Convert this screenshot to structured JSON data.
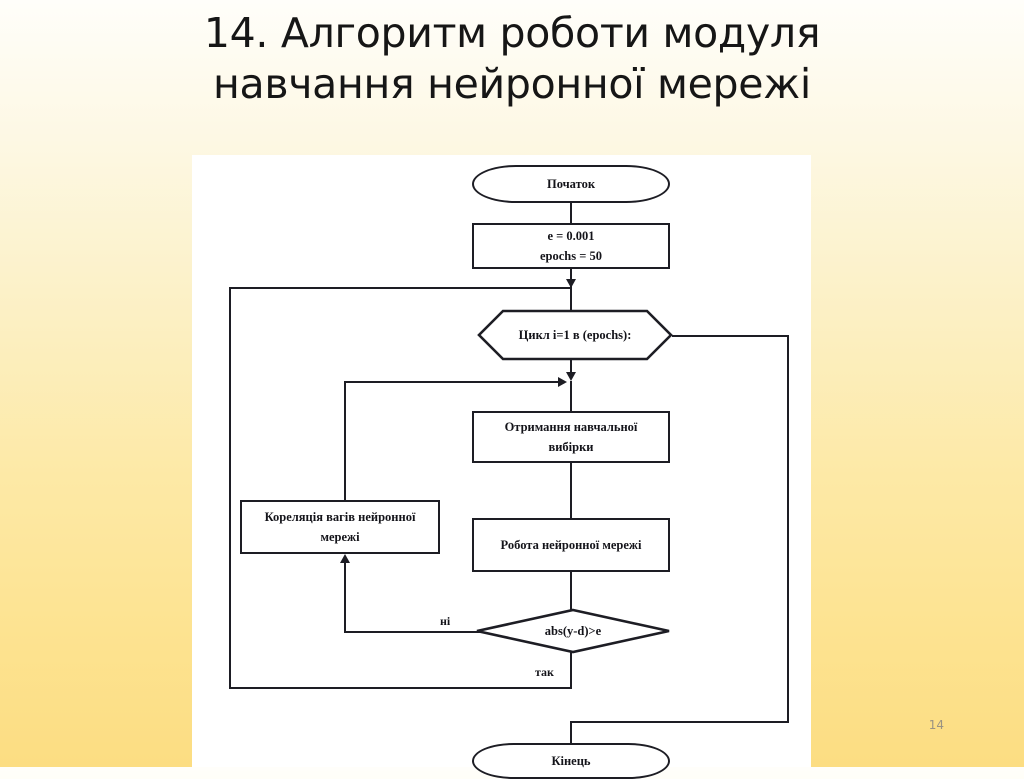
{
  "slide": {
    "title": "14. Алгоритм роботи модуля\nнавчання нейронної мережі",
    "page_number": "14",
    "background_top_color": "#fffefa",
    "background_bottom_color": "#fcdd82",
    "panel_color": "#ffffff",
    "line_color": "#1d1d24"
  },
  "chart_data": {
    "type": "flowchart",
    "title": "14. Алгоритм роботи модуля навчання нейронної мережі",
    "nodes": [
      {
        "id": "start",
        "shape": "terminator",
        "label": "Початок"
      },
      {
        "id": "init",
        "shape": "process",
        "label": "e = 0.001\nepochs = 50"
      },
      {
        "id": "loop",
        "shape": "hexagon",
        "label": "Цикл i=1 в (epochs):"
      },
      {
        "id": "sample",
        "shape": "process",
        "label": "Отримання навчальної\nвибірки"
      },
      {
        "id": "correction",
        "shape": "process",
        "label": "Кореляція вагів нейронної\nмережі"
      },
      {
        "id": "run",
        "shape": "process",
        "label": "Робота нейронної мережі"
      },
      {
        "id": "check",
        "shape": "decision",
        "label": "abs(y-d)>e"
      },
      {
        "id": "end",
        "shape": "terminator",
        "label": "Кінець"
      }
    ],
    "edges": [
      {
        "from": "start",
        "to": "init",
        "label": ""
      },
      {
        "from": "init",
        "to": "loop",
        "label": ""
      },
      {
        "from": "loop",
        "to": "sample",
        "label": ""
      },
      {
        "from": "sample",
        "to": "run",
        "label": ""
      },
      {
        "from": "run",
        "to": "check",
        "label": ""
      },
      {
        "from": "check",
        "to": "correction",
        "label": "ні"
      },
      {
        "from": "correction",
        "to": "sample",
        "label": ""
      },
      {
        "from": "check",
        "to": "loop",
        "label": "так"
      },
      {
        "from": "loop",
        "to": "end",
        "label": ""
      }
    ],
    "edge_labels": {
      "no": "ні",
      "yes": "так"
    }
  }
}
